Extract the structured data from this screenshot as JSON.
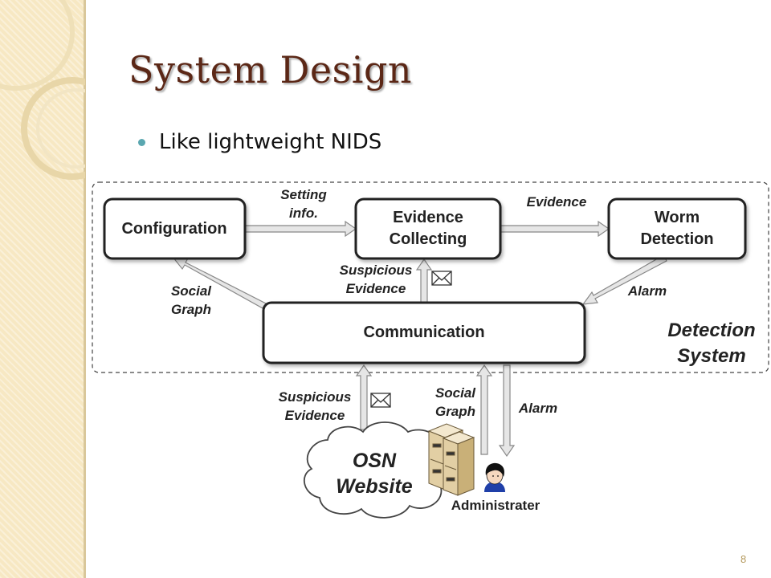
{
  "slide": {
    "title": "System Design",
    "bullets": [
      "Like lightweight NIDS"
    ],
    "page_number": "8"
  },
  "diagram": {
    "boxes": {
      "configuration": "Configuration",
      "evidence_collecting": [
        "Evidence",
        "Collecting"
      ],
      "worm_detection": [
        "Worm",
        "Detection"
      ],
      "communication": "Communication"
    },
    "labels": {
      "setting_info": [
        "Setting",
        "info."
      ],
      "evidence": "Evidence",
      "suspicious_evidence_top": [
        "Suspicious",
        "Evidence"
      ],
      "social_graph_left": [
        "Social",
        "Graph"
      ],
      "alarm_right": "Alarm",
      "detection_system": [
        "Detection",
        "System"
      ],
      "suspicious_evidence_bottom": [
        "Suspicious",
        "Evidence"
      ],
      "social_graph_bottom": [
        "Social",
        "Graph"
      ],
      "alarm_bottom": "Alarm",
      "osn_website": [
        "OSN",
        "Website"
      ],
      "administrater": "Administrater"
    },
    "colors": {
      "box_border": "#222222",
      "arrow_fill": "#e6e6e6",
      "arrow_stroke": "#888888",
      "title": "#5b2716",
      "bullet": "#5aa7b0"
    }
  }
}
